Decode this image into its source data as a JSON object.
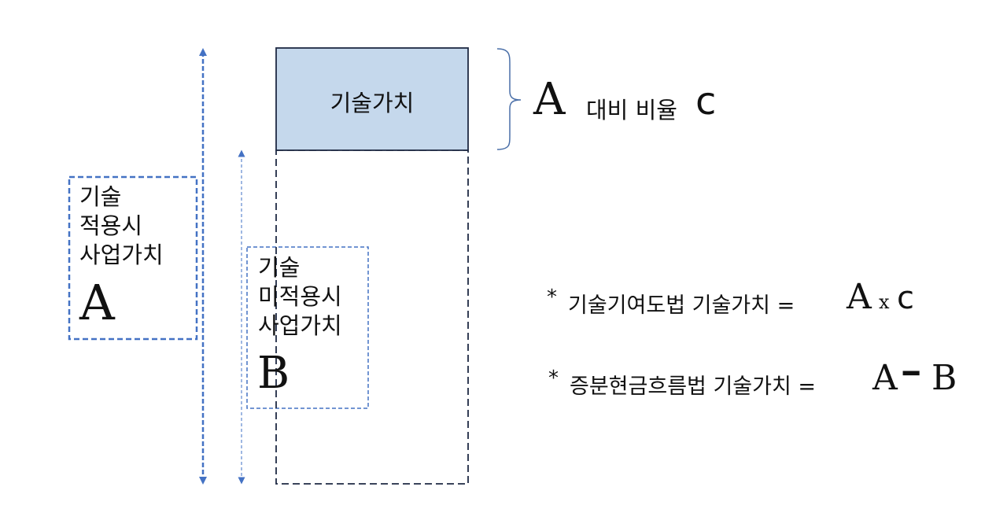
{
  "colors": {
    "tech_box_fill": "#c5d8ec",
    "frame_stroke": "#1f2a44",
    "arrow_blue": "#4472c4",
    "arrow_light": "#7f9fd8",
    "text": "#111111"
  },
  "tech_value_box": {
    "label": "기술가치"
  },
  "ratio_note": {
    "letter_a": "A",
    "text": "대비 비율",
    "letter_c": "c"
  },
  "with_tech": {
    "lines": [
      "기술",
      "적용시",
      "사업가치"
    ],
    "letter": "A"
  },
  "without_tech": {
    "lines": [
      "기술",
      "미적용시",
      "사업가치"
    ],
    "letter": "B"
  },
  "formulas": [
    {
      "star": "*",
      "text": "기술기여도법 기술가치 =",
      "a": "A",
      "op": "x",
      "b": "c"
    },
    {
      "star": "*",
      "text": "증분현금흐름법 기술가치 =",
      "a": "A",
      "op": "━",
      "b": "B"
    }
  ]
}
